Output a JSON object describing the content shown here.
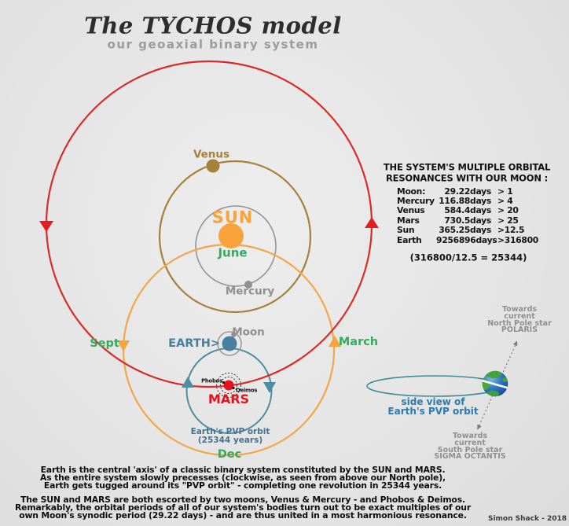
{
  "colors": {
    "background": "#e3e3e3",
    "sun_orbit_red": "#d92b27",
    "pvp_orange": "#f3a64a",
    "sun_orange": "#f9a33c",
    "venus_brown": "#a5813a",
    "neutral_gray": "#8f8f8f",
    "month_green": "#35ab5e",
    "mars_orbit_teal": "#4e8ca1",
    "earth_blue": "#47809c",
    "mars_red": "#e6131d",
    "pvp_label_blue": "#46718f",
    "side_view_blue": "#2e7ab0"
  },
  "header": {
    "title": "The TYCHOS model",
    "subtitle": "our geoaxial binary system"
  },
  "diagram": {
    "labels": {
      "sun": "SUN",
      "june": "June",
      "venus": "Venus",
      "mercury": "Mercury",
      "moon": "Moon",
      "earth": "EARTH>",
      "mars": "MARS",
      "phobos": "Phobos",
      "deimos": "Deimos",
      "sept": "Sept",
      "march": "March",
      "dec": "Dec",
      "pvp_line1": "Earth's PVP orbit",
      "pvp_line2": "(25344 years)"
    }
  },
  "resonance_panel": {
    "heading_line1": "THE SYSTEM'S MULTIPLE ORBITAL",
    "heading_line2": "RESONANCES WITH OUR MOON :",
    "rows": [
      {
        "body": "Moon:",
        "period": "29.22days",
        "ratio": "> 1"
      },
      {
        "body": "Mercury",
        "period": "116.88days",
        "ratio": "> 4"
      },
      {
        "body": "Venus",
        "period": "584.4days",
        "ratio": "> 20"
      },
      {
        "body": "Mars",
        "period": "730.5days",
        "ratio": "> 25"
      },
      {
        "body": "Sun",
        "period": "365.25days",
        "ratio": ">12.5"
      },
      {
        "body": "Earth",
        "period": "9256896days",
        "ratio": ">316800"
      }
    ],
    "formula": "(316800/12.5 = 25344)"
  },
  "side_view": {
    "north": [
      "Towards",
      "current",
      "North Pole star",
      "POLARIS"
    ],
    "south": [
      "Towards",
      "current",
      "South Pole star",
      "SIGMA OCTANTIS"
    ],
    "caption_line1": "side view of",
    "caption_line2": "Earth's PVP orbit"
  },
  "footer": {
    "para1": [
      "Earth is the central 'axis' of a classic binary system constituted by the SUN and MARS.",
      "As the entire system slowly precesses (clockwise, as seen from above our North pole),",
      "Earth gets tugged around its \"PVP orbit\" - completing one revolution in 25344 years."
    ],
    "para2": [
      "The SUN and MARS are both escorted by two moons, Venus & Mercury - and Phobos & Deimos.",
      "Remarkably, the orbital periods of all of our system's bodies turn out to be exact multiples of our",
      "own Moon's synodic period (29.22 days) - and are thus united in a most harmonious resonance."
    ],
    "signature": "Simon Shack - 2018"
  }
}
